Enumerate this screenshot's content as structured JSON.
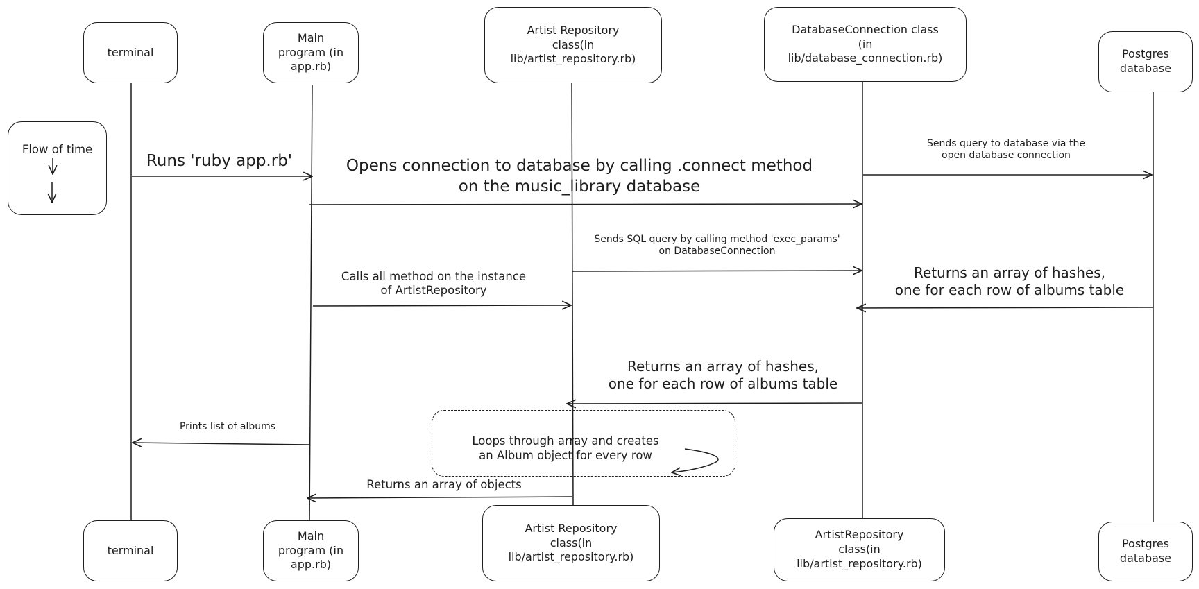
{
  "participants_top": {
    "terminal": "terminal",
    "main": "Main\nprogram (in\napp.rb)",
    "artist_repo": "Artist Repository\nclass(in\nlib/artist_repository.rb)",
    "db_connection": "DatabaseConnection class\n(in\nlib/database_connection.rb)",
    "postgres": "Postgres\ndatabase"
  },
  "participants_bottom": {
    "terminal": "terminal",
    "main": "Main\nprogram (in\napp.rb)",
    "artist_repo": "Artist Repository\nclass(in\nlib/artist_repository.rb)",
    "db_connection": "ArtistRepository\nclass(in\nlib/artist_repository.rb)",
    "postgres": "Postgres\ndatabase"
  },
  "legend": {
    "flow_of_time": "Flow of time"
  },
  "messages": {
    "runs_app": "Runs 'ruby app.rb'",
    "opens_connection": "Opens connection to database by calling .connect method\non the music_library database",
    "sends_query_db": "Sends query to database via the\nopen database connection",
    "sends_sql_query": "Sends SQL query by calling method 'exec_params'\non DatabaseConnection",
    "calls_all": "Calls all method on the instance\nof ArtistRepository",
    "returns_hashes_pg": "Returns an array of hashes,\none for each row of albums table",
    "returns_hashes_db": "Returns an array of hashes,\none for each row of albums table",
    "prints_albums": "Prints list of albums",
    "loops_through": "Loops through array and creates\nan Album object for every row",
    "returns_objects": "Returns an array of objects"
  }
}
